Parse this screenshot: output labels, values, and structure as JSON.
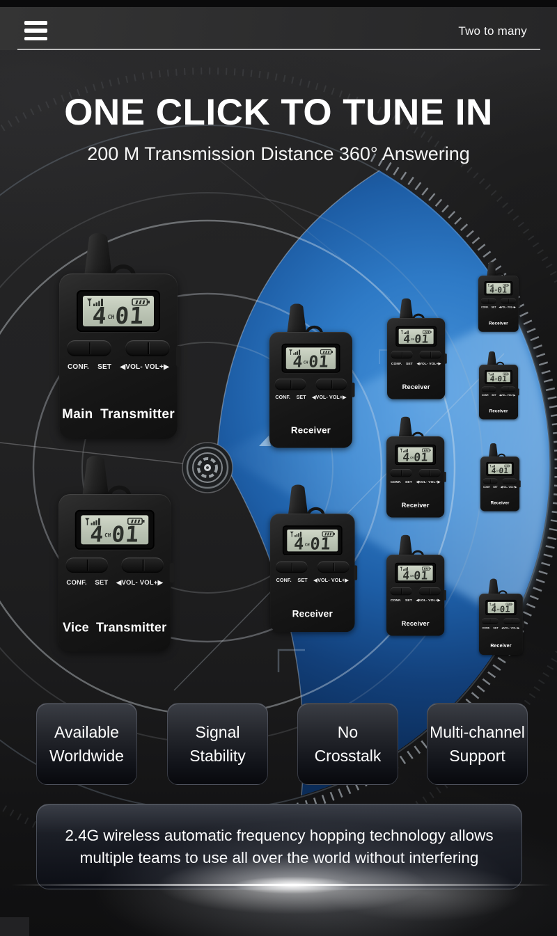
{
  "header": {
    "brand": "Two to many",
    "menu_icon": "hamburger-menu-icon"
  },
  "hero": {
    "title": "ONE CLICK TO TUNE IN",
    "subtitle": "200 M Transmission Distance 360° Answering"
  },
  "device_ui": {
    "conf": "CONF.",
    "set": "SET",
    "vol_minus": "◀VOL-",
    "vol_plus": "VOL+▶",
    "digit_left": "4",
    "ch": "CH",
    "digit_right": "01",
    "signal_icon": "signal-strength-icon",
    "battery_icon": "battery-icon",
    "antenna_icon": "antenna"
  },
  "devices": [
    {
      "label": "Main Transmitter",
      "type": "transmitter"
    },
    {
      "label": "Vice Transmitter",
      "type": "transmitter"
    },
    {
      "label": "Receiver",
      "type": "receiver"
    },
    {
      "label": "Receiver",
      "type": "receiver"
    },
    {
      "label": "Receiver",
      "type": "receiver"
    },
    {
      "label": "Receiver",
      "type": "receiver"
    },
    {
      "label": "Receiver",
      "type": "receiver"
    },
    {
      "label": "Receiver",
      "type": "receiver"
    },
    {
      "label": "Receiver",
      "type": "receiver"
    },
    {
      "label": "Receiver",
      "type": "receiver"
    },
    {
      "label": "Receiver",
      "type": "receiver"
    }
  ],
  "features": [
    {
      "line1": "Available",
      "line2": "Worldwide"
    },
    {
      "line1": "Signal",
      "line2": "Stability"
    },
    {
      "line1": "No",
      "line2": "Crosstalk"
    },
    {
      "line1": "Multi-channel",
      "line2": "Support"
    }
  ],
  "footnote": {
    "line1": "2.4G wireless automatic frequency hopping technology allows",
    "line2": "multiple teams to use all over the world without interfering"
  },
  "colors": {
    "accent_blue": "#2a72bb",
    "lcd_screen": "#c2cabb",
    "page_background": "#202021"
  }
}
